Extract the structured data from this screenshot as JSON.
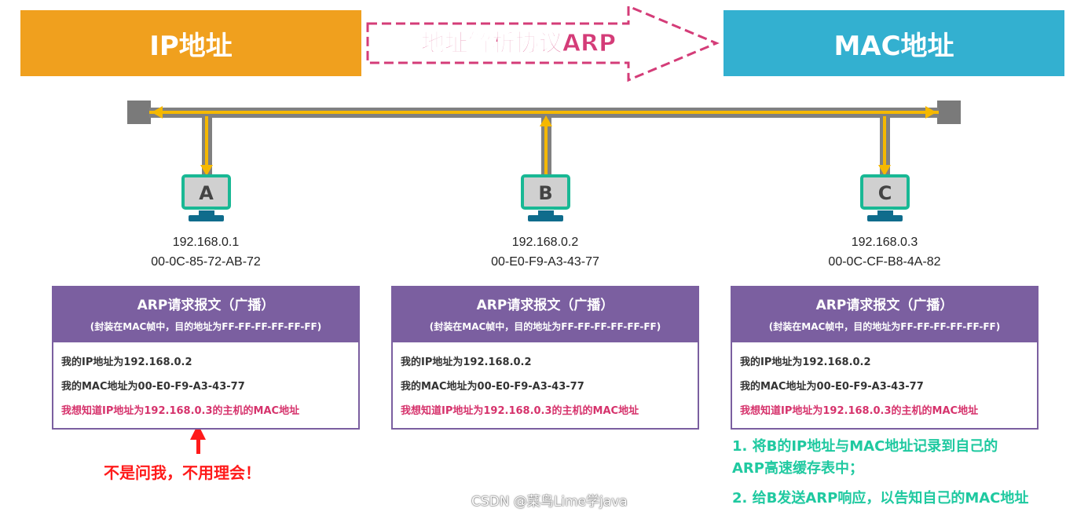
{
  "banners": {
    "ip": "IP地址",
    "arp": "地址解析协议ARP",
    "mac": "MAC地址"
  },
  "colors": {
    "ip": "#f0a01e",
    "mac": "#33b0d0",
    "arrow": "#d43c78",
    "box": "#7b5fa0",
    "bus": "#808080",
    "signal": "#f5b800",
    "monitor": "#19b894",
    "stand": "#0f6c8c",
    "warn": "#ff1a1a",
    "note": "#1fc9a0"
  },
  "hosts": [
    {
      "label": "A",
      "ip": "192.168.0.1",
      "mac": "00-0C-85-72-AB-72"
    },
    {
      "label": "B",
      "ip": "192.168.0.2",
      "mac": "00-E0-F9-A3-43-77"
    },
    {
      "label": "C",
      "ip": "192.168.0.3",
      "mac": "00-0C-CF-B8-4A-82"
    }
  ],
  "packet": {
    "title": "ARP请求报文（广播）",
    "subtitle": "(封装在MAC帧中，目的地址为FF-FF-FF-FF-FF-FF)",
    "line1": "我的IP地址为192.168.0.2",
    "line2": "我的MAC地址为00-E0-F9-A3-43-77",
    "line3": "我想知道IP地址为192.168.0.3的主机的MAC地址"
  },
  "notes": {
    "a": "不是问我，不用理会！",
    "c1a": "1. 将B的IP地址与MAC地址记录到自己的",
    "c1b": "ARP高速缓存表中；",
    "c2": "2. 给B发送ARP响应，以告知自己的MAC地址"
  },
  "watermark": "CSDN @菜鸟Lime学java"
}
